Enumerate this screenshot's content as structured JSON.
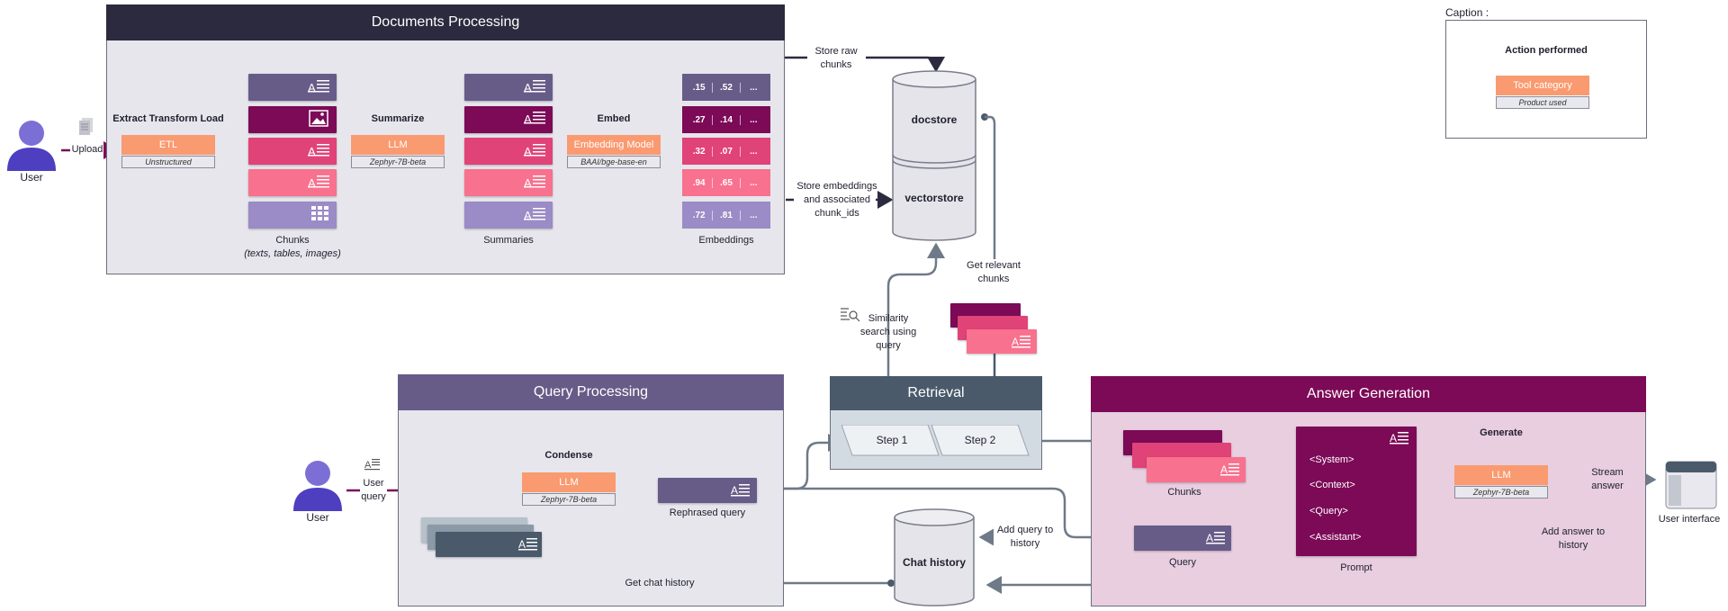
{
  "documents_processing": {
    "title": "Documents Processing",
    "etl": {
      "step": "Extract Transform Load",
      "tool": "ETL",
      "product": "Unstructured"
    },
    "summarize": {
      "step": "Summarize",
      "tool": "LLM",
      "product": "Zephyr-7B-beta"
    },
    "embed": {
      "step": "Embed",
      "tool": "Embedding Model",
      "product": "BAAI/bge-base-en"
    },
    "chunks_label": "Chunks",
    "chunks_sublabel": "(texts, tables, images)",
    "summaries_label": "Summaries",
    "embeddings_label": "Embeddings",
    "embeddings": [
      [
        ".15",
        ".52",
        "..."
      ],
      [
        ".27",
        ".14",
        "..."
      ],
      [
        ".32",
        ".07",
        "..."
      ],
      [
        ".94",
        ".65",
        "..."
      ],
      [
        ".72",
        ".81",
        "..."
      ]
    ]
  },
  "user_top": {
    "label": "User",
    "upload": "Upload"
  },
  "store_raw": "Store raw chunks",
  "store_embeddings": "Store embeddings and associated chunk_ids",
  "docstore": "docstore",
  "vectorstore": "vectorstore",
  "get_relevant_chunks": "Get relevant chunks",
  "similarity_search": "Similarity search using query",
  "retrieval": {
    "title": "Retrieval",
    "step1": "Step 1",
    "step2": "Step 2"
  },
  "query_processing": {
    "title": "Query Processing",
    "condense": "Condense",
    "tool": "LLM",
    "product": "Zephyr-7B-beta",
    "rephrased": "Rephrased query",
    "user": "User",
    "user_query": "User query",
    "get_chat_history": "Get chat history"
  },
  "chat_history": "Chat history",
  "add_query_history": "Add query to history",
  "answer_generation": {
    "title": "Answer Generation",
    "chunks": "Chunks",
    "query": "Query",
    "prompt_lines": [
      "<System>",
      "<Context>",
      "<Query>",
      "<Assistant>"
    ],
    "prompt": "Prompt",
    "generate": "Generate",
    "tool": "LLM",
    "product": "Zephyr-7B-beta",
    "stream": "Stream answer",
    "add_answer": "Add answer to history",
    "user_interface": "User interface"
  },
  "caption": {
    "title": "Caption :",
    "action": "Action performed",
    "tool": "Tool category",
    "product": "Product used"
  },
  "colors": {
    "dark_header": "#2c2a3e",
    "purple": "#675c88",
    "magenta": "#7c0a56",
    "pink": "#e04377",
    "light_pink": "#f8718e",
    "lavender": "#9b8bc6",
    "orange": "#fa9a70",
    "slate": "#4a5a6a"
  }
}
